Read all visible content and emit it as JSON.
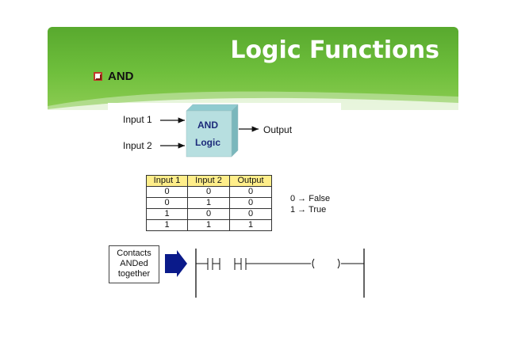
{
  "slide": {
    "title": "Logic Functions",
    "bullet": "AND"
  },
  "gate": {
    "input1": "Input 1",
    "input2": "Input 2",
    "output": "Output",
    "label_top": "AND",
    "label_bottom": "Logic"
  },
  "truth_table": {
    "headers": [
      "Input 1",
      "Input 2",
      "Output"
    ],
    "rows": [
      [
        "0",
        "0",
        "0"
      ],
      [
        "0",
        "1",
        "0"
      ],
      [
        "1",
        "0",
        "0"
      ],
      [
        "1",
        "1",
        "1"
      ]
    ]
  },
  "legend": {
    "false_line": "0 → False",
    "true_line": "1 → True"
  },
  "ladder": {
    "box_line1": "Contacts",
    "box_line2": "ANDed",
    "box_line3": "together"
  },
  "colors": {
    "header_green": "#6fbf3c",
    "cube_face": "#b7dfe0",
    "table_header": "#ffee8a",
    "arrow_blue": "#0a1a8a",
    "bullet_red": "#c0392b"
  }
}
